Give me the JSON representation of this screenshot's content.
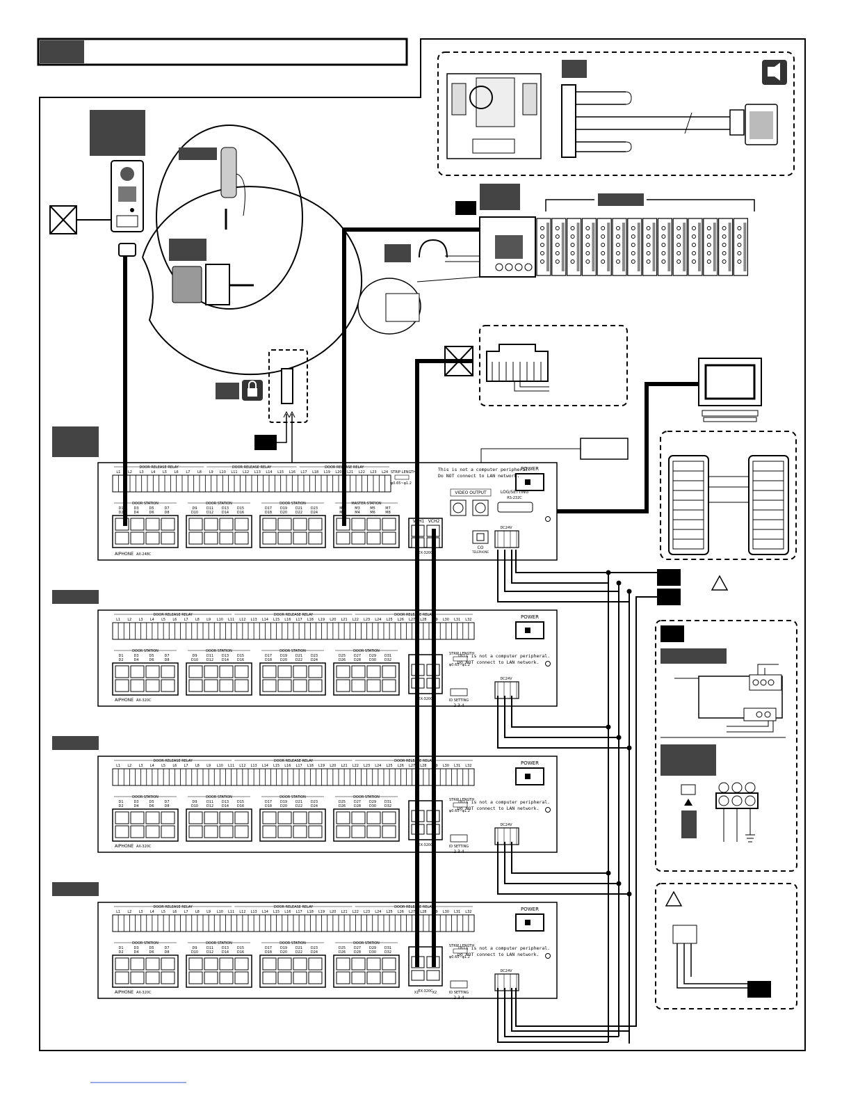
{
  "units": [
    {
      "model": "AX-248C",
      "relay_label": "DOOR RELEASE RELAY",
      "relay_terminals": [
        "L1",
        "L2",
        "L3",
        "L4",
        "L5",
        "L6",
        "L7",
        "L8",
        "L9",
        "L10",
        "L11",
        "L12",
        "L13",
        "L14",
        "L15",
        "L16",
        "L17",
        "L18",
        "L19",
        "L20",
        "L21",
        "L22",
        "L23",
        "L24"
      ],
      "groups": [
        {
          "label": "DOOR STATION",
          "nums": [
            "D1",
            "D2",
            "D3",
            "D4",
            "D5",
            "D6",
            "D7",
            "D8"
          ]
        },
        {
          "label": "DOOR STATION",
          "nums": [
            "D9",
            "D10",
            "D11",
            "D12",
            "D13",
            "D14",
            "D15",
            "D16"
          ]
        },
        {
          "label": "DOOR STATION",
          "nums": [
            "D17",
            "D18",
            "D19",
            "D20",
            "D21",
            "D22",
            "D23",
            "D24"
          ]
        },
        {
          "label": "MASTER STATION",
          "nums": [
            "M1",
            "M2",
            "M3",
            "M4",
            "M5",
            "M6",
            "M7",
            "M8"
          ]
        }
      ],
      "strip": "STRIP LENGTH",
      "strip_val": "φ0.65~φ1.2",
      "notice1": "This is not a computer peripheral.",
      "notice2": "Do NOT connect to LAN network.",
      "power": "POWER",
      "vout": "VIDEO OUTPUT",
      "vch": [
        "VCH1",
        "VCH2"
      ],
      "log": "LOG/SETTING",
      "rs": "RS-232C",
      "dc": "DC24V",
      "co": "CO",
      "tel": "TELEPHONE",
      "ex": "EX-320C",
      "brand": "AIPHONE"
    },
    {
      "model": "AX-320C",
      "relay_label": "DOOR RELEASE RELAY",
      "relay_terminals": [
        "L1",
        "L2",
        "L3",
        "L4",
        "L5",
        "L6",
        "L7",
        "L8",
        "L9",
        "L10",
        "L11",
        "L12",
        "L13",
        "L14",
        "L15",
        "L16",
        "L17",
        "L18",
        "L19",
        "L20",
        "L21",
        "L22",
        "L23",
        "L24",
        "L25",
        "L26",
        "L27",
        "L28",
        "L29",
        "L30",
        "L31",
        "L32"
      ],
      "groups": [
        {
          "label": "DOOR STATION",
          "nums": [
            "D1",
            "D2",
            "D3",
            "D4",
            "D5",
            "D6",
            "D7",
            "D8"
          ]
        },
        {
          "label": "DOOR STATION",
          "nums": [
            "D9",
            "D10",
            "D11",
            "D12",
            "D13",
            "D14",
            "D15",
            "D16"
          ]
        },
        {
          "label": "DOOR STATION",
          "nums": [
            "D17",
            "D18",
            "D19",
            "D20",
            "D21",
            "D22",
            "D23",
            "D24"
          ]
        },
        {
          "label": "DOOR STATION",
          "nums": [
            "D25",
            "D26",
            "D27",
            "D28",
            "D29",
            "D30",
            "D31",
            "D32"
          ]
        }
      ],
      "strip": "STRIP LENGTH",
      "strip_val": "φ0.65~φ1.2",
      "notice1": "This is not a computer peripheral.",
      "notice2": "Do NOT connect to LAN network.",
      "power": "POWER",
      "dc": "DC24V",
      "ex": "EX-320C",
      "idset": "ID SETTING",
      "idnums": "2 3 4",
      "brand": "AIPHONE"
    },
    {
      "model": "AX-320C",
      "relay_label": "DOOR RELEASE RELAY",
      "relay_terminals": [
        "L1",
        "L2",
        "L3",
        "L4",
        "L5",
        "L6",
        "L7",
        "L8",
        "L9",
        "L10",
        "L11",
        "L12",
        "L13",
        "L14",
        "L15",
        "L16",
        "L17",
        "L18",
        "L19",
        "L20",
        "L21",
        "L22",
        "L23",
        "L24",
        "L25",
        "L26",
        "L27",
        "L28",
        "L29",
        "L30",
        "L31",
        "L32"
      ],
      "groups": [
        {
          "label": "DOOR STATION",
          "nums": [
            "D1",
            "D2",
            "D3",
            "D4",
            "D5",
            "D6",
            "D7",
            "D8"
          ]
        },
        {
          "label": "DOOR STATION",
          "nums": [
            "D9",
            "D10",
            "D11",
            "D12",
            "D13",
            "D14",
            "D15",
            "D16"
          ]
        },
        {
          "label": "DOOR STATION",
          "nums": [
            "D17",
            "D18",
            "D19",
            "D20",
            "D21",
            "D22",
            "D23",
            "D24"
          ]
        },
        {
          "label": "DOOR STATION",
          "nums": [
            "D25",
            "D26",
            "D27",
            "D28",
            "D29",
            "D30",
            "D31",
            "D32"
          ]
        }
      ],
      "strip": "STRIP LENGTH",
      "strip_val": "φ0.65~φ1.2",
      "notice1": "This is not a computer peripheral.",
      "notice2": "Do NOT connect to LAN network.",
      "power": "POWER",
      "dc": "DC24V",
      "ex": "EX-320C",
      "idset": "ID SETTING",
      "idnums": "2 3 4",
      "brand": "AIPHONE"
    },
    {
      "model": "AX-320C",
      "relay_label": "DOOR RELEASE RELAY",
      "relay_terminals": [
        "L1",
        "L2",
        "L3",
        "L4",
        "L5",
        "L6",
        "L7",
        "L8",
        "L9",
        "L10",
        "L11",
        "L12",
        "L13",
        "L14",
        "L15",
        "L16",
        "L17",
        "L18",
        "L19",
        "L20",
        "L21",
        "L22",
        "L23",
        "L24",
        "L25",
        "L26",
        "L27",
        "L28",
        "L29",
        "L30",
        "L31",
        "L32"
      ],
      "groups": [
        {
          "label": "DOOR STATION",
          "nums": [
            "D1",
            "D2",
            "D3",
            "D4",
            "D5",
            "D6",
            "D7",
            "D8"
          ]
        },
        {
          "label": "DOOR STATION",
          "nums": [
            "D9",
            "D10",
            "D11",
            "D12",
            "D13",
            "D14",
            "D15",
            "D16"
          ]
        },
        {
          "label": "DOOR STATION",
          "nums": [
            "D17",
            "D18",
            "D19",
            "D20",
            "D21",
            "D22",
            "D23",
            "D24"
          ]
        },
        {
          "label": "DOOR STATION",
          "nums": [
            "D25",
            "D26",
            "D27",
            "D28",
            "D29",
            "D30",
            "D31",
            "D32"
          ]
        }
      ],
      "strip": "STRIP LENGTH",
      "strip_val": "φ0.65~φ1.2",
      "notice1": "This is not a computer peripheral.",
      "notice2": "Do NOT connect to LAN network.",
      "power": "POWER",
      "dc": "DC24V",
      "ex": "EX-320C",
      "x1x2": [
        "X1",
        "X2"
      ],
      "idset": "ID SETTING",
      "idnums": "2 3 4",
      "brand": "AIPHONE"
    }
  ]
}
